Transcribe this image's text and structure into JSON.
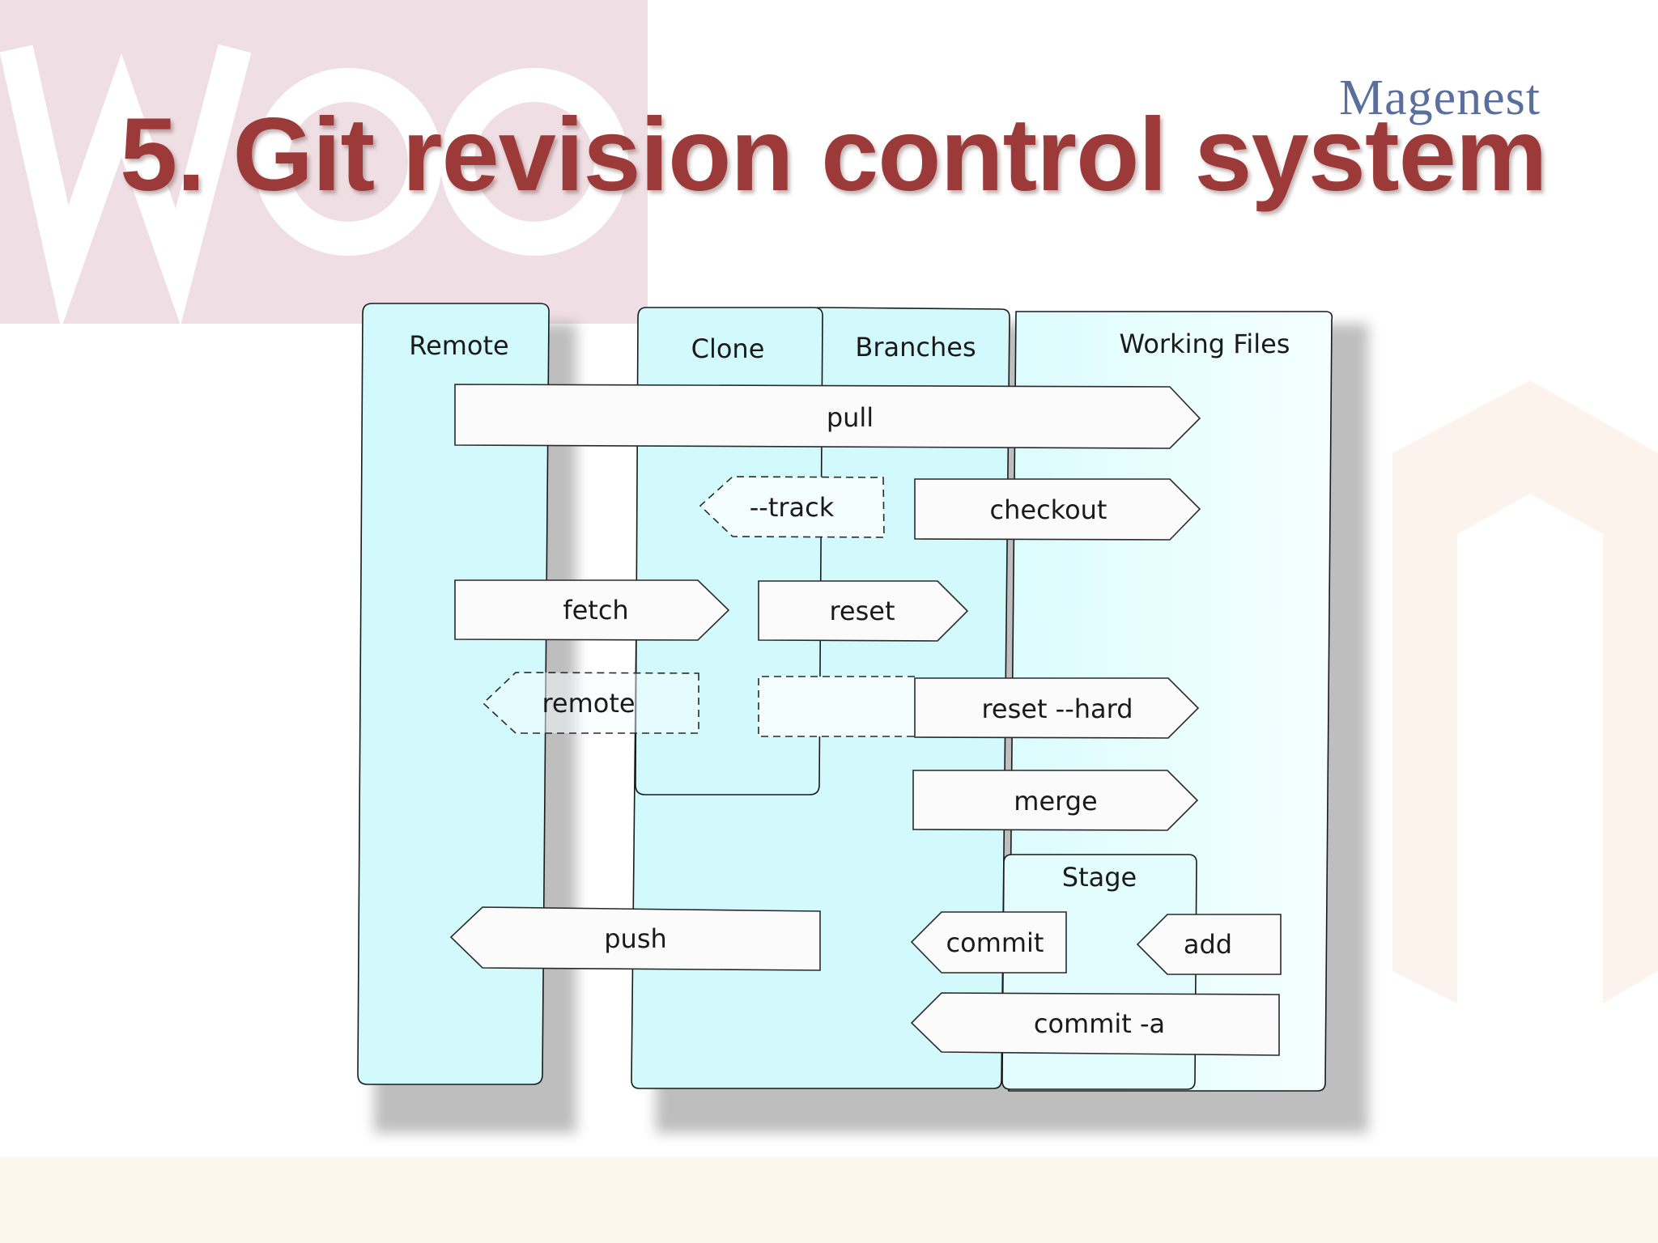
{
  "slide": {
    "title": "5. Git revision control system",
    "logo_text": "Magenest",
    "colors": {
      "title": "#9b3a38",
      "logo": "#5a6f9e",
      "logo_accent": "#d9843a",
      "lane_fill": "#d2fafc",
      "lane_fill_light": "#eaffff",
      "command_fill": "#fbfbfb"
    },
    "watermarks": [
      "woo-watermark",
      "magento-watermark"
    ]
  },
  "diagram": {
    "lanes": {
      "remote": "Remote",
      "clone": "Clone",
      "branches": "Branches",
      "working_files": "Working Files",
      "stage": "Stage"
    },
    "commands": [
      {
        "id": "pull",
        "label": "pull",
        "direction": "right",
        "style": "solid"
      },
      {
        "id": "track",
        "label": "--track",
        "direction": "left",
        "style": "dashed"
      },
      {
        "id": "checkout",
        "label": "checkout",
        "direction": "right",
        "style": "solid"
      },
      {
        "id": "fetch",
        "label": "fetch",
        "direction": "right",
        "style": "solid"
      },
      {
        "id": "reset",
        "label": "reset",
        "direction": "right",
        "style": "solid"
      },
      {
        "id": "remote",
        "label": "remote",
        "direction": "left",
        "style": "dashed"
      },
      {
        "id": "reset-hard",
        "label": "reset --hard",
        "direction": "right",
        "style": "solid"
      },
      {
        "id": "merge",
        "label": "merge",
        "direction": "right",
        "style": "solid"
      },
      {
        "id": "push",
        "label": "push",
        "direction": "left",
        "style": "solid"
      },
      {
        "id": "commit",
        "label": "commit",
        "direction": "left",
        "style": "solid"
      },
      {
        "id": "add",
        "label": "add",
        "direction": "left",
        "style": "solid"
      },
      {
        "id": "commit-a",
        "label": "commit -a",
        "direction": "left",
        "style": "solid"
      }
    ]
  }
}
